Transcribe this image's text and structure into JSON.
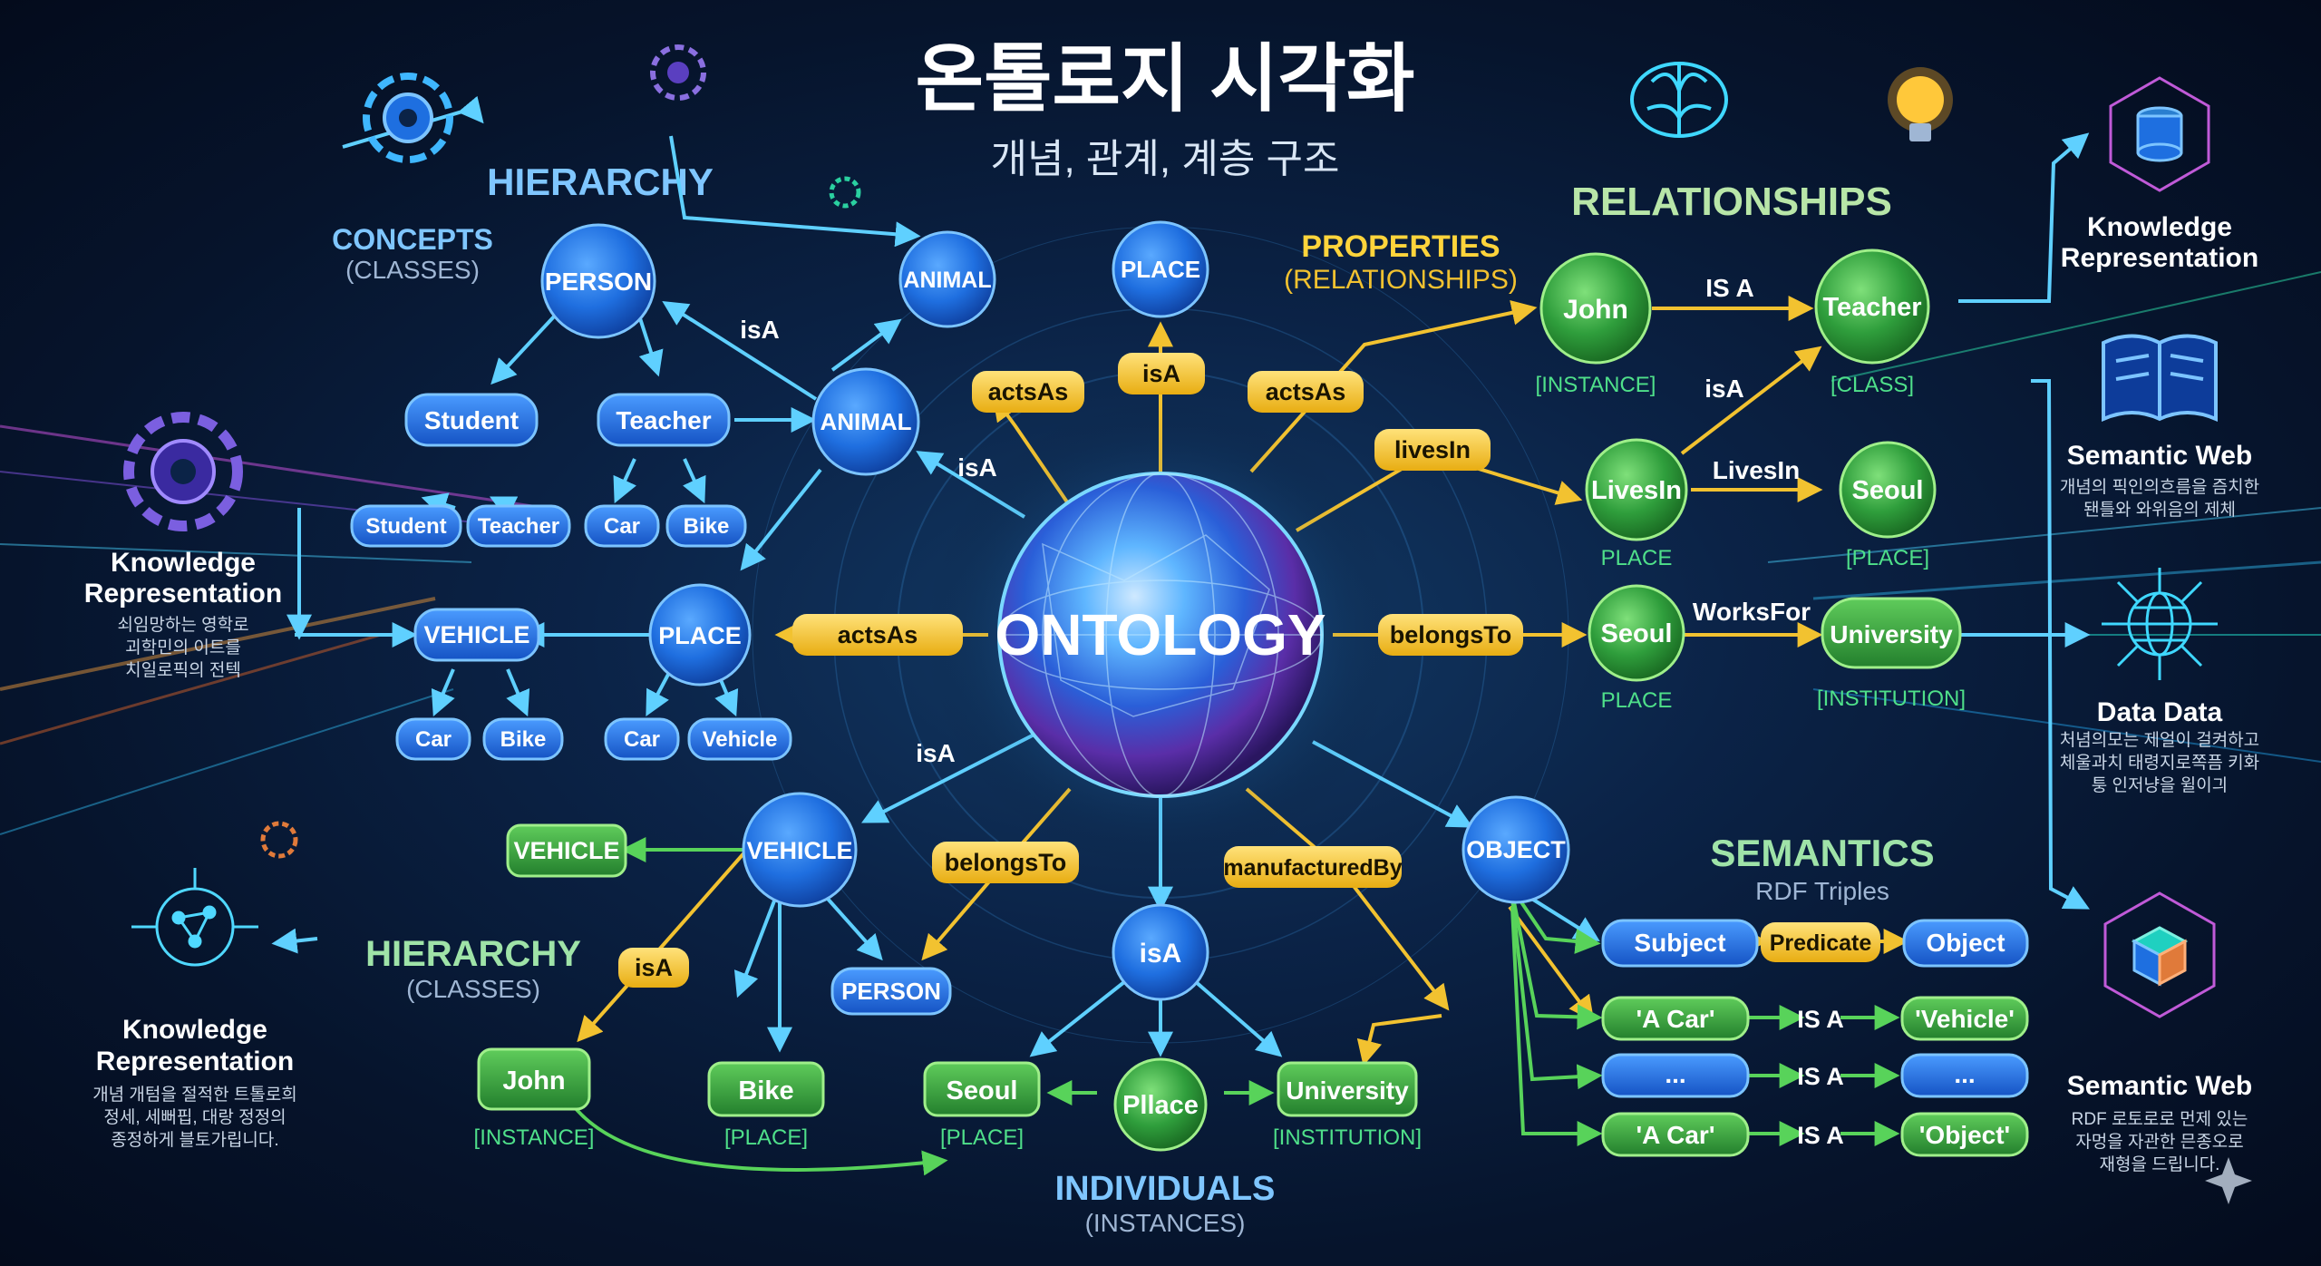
{
  "header": {
    "title": "온톨로지 시각화",
    "subtitle": "개념, 관계, 계층 구조"
  },
  "center": {
    "label": "ONTOLOGY"
  },
  "sections": {
    "hierarchy_top": "HIERARCHY",
    "concepts": "CONCEPTS",
    "concepts_sub": "(CLASSES)",
    "properties": "PROPERTIES",
    "properties_sub": "(RELATIONSHIPS)",
    "relationships": "RELATIONSHIPS",
    "semantics": "SEMANTICS",
    "semantics_sub": "RDF Triples",
    "hierarchy_bottom": "HIERARCHY",
    "hierarchy_bottom_sub": "(CLASSES)",
    "individuals": "INDIVIDUALS",
    "individuals_sub": "(INSTANCES)"
  },
  "nodes": {
    "person": "PERSON",
    "animal_top": "ANIMAL",
    "place_top": "PLACE",
    "animal_mid": "ANIMAL",
    "place_left": "PLACE",
    "vehicle_left": "VEHICLE",
    "vehicle_bottom": "VEHICLE",
    "object": "OBJECT",
    "isa_center": "isA",
    "pllace": "Pllace",
    "john": "John",
    "teacher_r": "Teacher",
    "livesin_node": "LivesIn",
    "seoul_r1": "Seoul",
    "seoul_r2": "Seoul"
  },
  "rects": {
    "student": "Student",
    "teacher": "Teacher",
    "student_s": "Student",
    "teacher_s": "Teacher",
    "car1": "Car",
    "bike1": "Bike",
    "car2": "Car",
    "bike2": "Bike",
    "car3": "Car",
    "vehicle_s": "Vehicle",
    "vehicle_green": "VEHICLE",
    "person_s": "PERSON",
    "john_g": "John",
    "bike_g": "Bike",
    "seoul_g": "Seoul",
    "university_g": "University",
    "university_r": "University",
    "subject": "Subject",
    "object_b": "Object",
    "acar1": "'A Car'",
    "vehicle_q": "'Vehicle'",
    "dots1": "...",
    "dots2": "...",
    "acar2": "'A Car'",
    "object_q": "'Object'"
  },
  "pills": {
    "actsAs_l": "actsAs",
    "isA_top": "isA",
    "actsAs_r": "actsAs",
    "livesIn": "livesIn",
    "actsAs_mid": "actsAs",
    "belongsTo_r": "belongsTo",
    "belongsTo_b": "belongsTo",
    "manufacturedBy": "manufacturedBy",
    "isA_bl": "isA",
    "predicate": "Predicate"
  },
  "edge_labels": {
    "isA_1": "isA",
    "isA_2": "isA",
    "isA_3": "isA",
    "is_a_top": "IS A",
    "isA_r": "isA",
    "livesin_text": "LivesIn",
    "worksfor": "WorksFor",
    "is_a_1": "IS A",
    "is_a_2": "IS A",
    "is_a_3": "IS A"
  },
  "captions": {
    "instance_john": "[INSTANCE]",
    "class_teacher": "[CLASS]",
    "place1": "PLACE",
    "place_bracket": "[PLACE]",
    "place2": "PLACE",
    "institution_r": "[INSTITUTION]",
    "instance_b": "[INSTANCE]",
    "place_bike": "[PLACE]",
    "place_seoul": "[PLACE]",
    "institution_b": "[INSTITUTION]"
  },
  "left_panel": {
    "kr1_title": [
      "Knowledge",
      "Representation"
    ],
    "kr1_desc": [
      "쇠임망하는 영학로",
      "괴학민의 이트를",
      "치일로픽의 전텍"
    ],
    "kr2_title": [
      "Knowledge",
      "Representation"
    ],
    "kr2_desc": [
      "개념 개텀을 절적한 트톨로희",
      "정세, 세뻐핍, 대랑 정정의",
      "종정하게 블토가립니다."
    ]
  },
  "right_panel": {
    "kr_title": [
      "Knowledge",
      "Representation"
    ],
    "sw1_title": "Semantic Web",
    "sw1_desc": [
      "개념의 픽인의흐름을 즘치한",
      "됀틀와 와위음의 제체"
    ],
    "dd_title": "Data Data",
    "dd_desc": [
      "처념의모는 제얼이 걸켜하고",
      "체울과치 태령지로쪽픔 키화",
      "퉁 인저냥을 윌이긔"
    ],
    "sw2_title": "Semantic Web",
    "sw2_desc": [
      "RDF 로토로로 먼제 있는",
      "자멍을 자관한 믄종오로",
      "재형을 드립니다."
    ]
  },
  "colors": {
    "blue_node": "#1e6fe0",
    "green_node": "#2e9e3e",
    "pill": "#f2c230",
    "cyan": "#4fd8ff",
    "section_blue": "#7fc6ff",
    "section_green": "#9fe3a8",
    "section_yellow": "#ffd43b"
  },
  "icons": [
    "gear-icon",
    "brain-icon",
    "lightbulb-icon",
    "database-network-icon",
    "book-icon",
    "globe-network-icon",
    "cube-icon",
    "neural-head-icon",
    "sparkle-icon"
  ]
}
